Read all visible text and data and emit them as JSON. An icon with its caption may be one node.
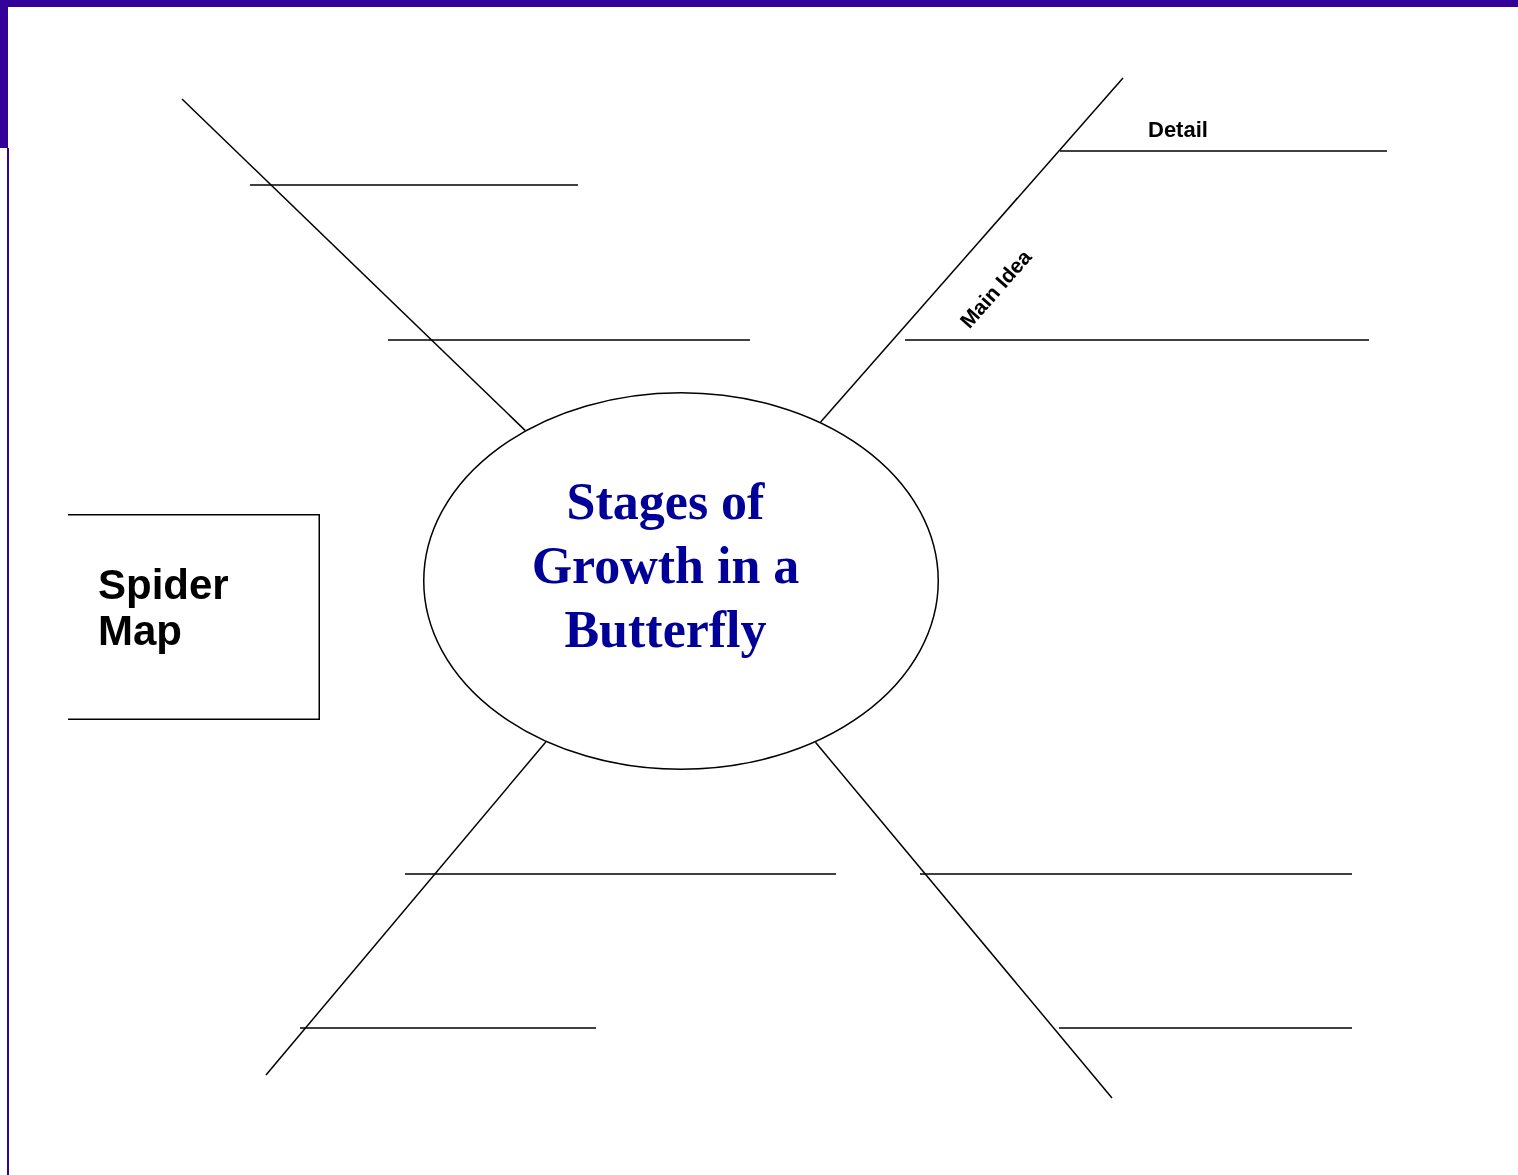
{
  "diagram": {
    "nodes": [
      {
        "text": [
          "Spider Map"
        ]
      },
      {
        "text": [
          "Stages of Growth in a Butterfly"
        ]
      }
    ],
    "edges": [
      {
        "from": 1,
        "to": null,
        "arrow": "none"
      },
      {
        "from": 1,
        "to": null,
        "arrow": "none",
        "label": "Main Idea"
      },
      {
        "from": 1,
        "to": null,
        "arrow": "none"
      },
      {
        "from": 1,
        "to": null,
        "arrow": "none"
      }
    ],
    "labels": [
      "Detail"
    ]
  }
}
